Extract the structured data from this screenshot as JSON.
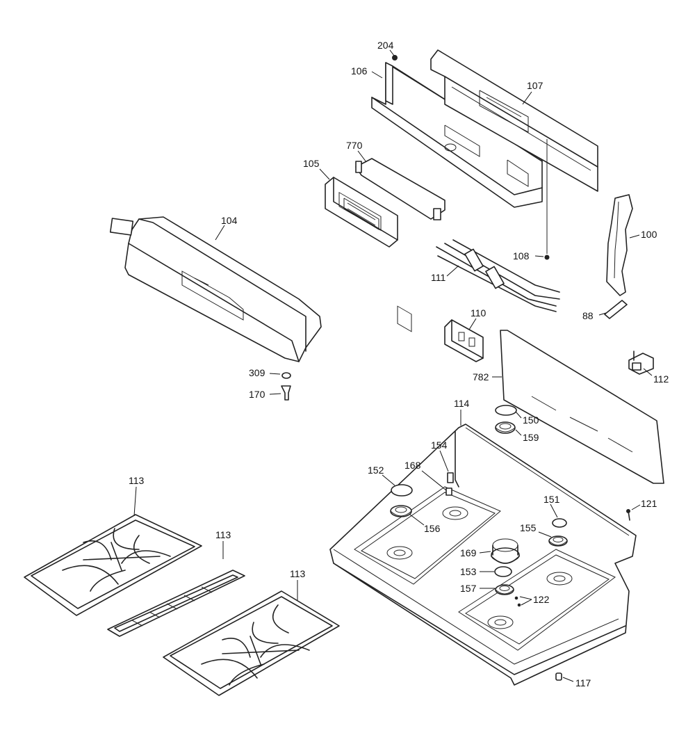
{
  "callouts": {
    "c204": "204",
    "c106": "106",
    "c107": "107",
    "c770": "770",
    "c105": "105",
    "c104": "104",
    "c100": "100",
    "c108": "108",
    "c111": "111",
    "c88": "88",
    "c110": "110",
    "c112": "112",
    "c782": "782",
    "c309": "309",
    "c170": "170",
    "c114": "114",
    "c150": "150",
    "c159": "159",
    "c154": "154",
    "c152": "152",
    "c168": "168",
    "c151": "151",
    "c121": "121",
    "c156": "156",
    "c155": "155",
    "c169": "169",
    "c153": "153",
    "c157": "157",
    "c122": "122",
    "c113a": "113",
    "c113b": "113",
    "c113c": "113",
    "c117": "117"
  }
}
